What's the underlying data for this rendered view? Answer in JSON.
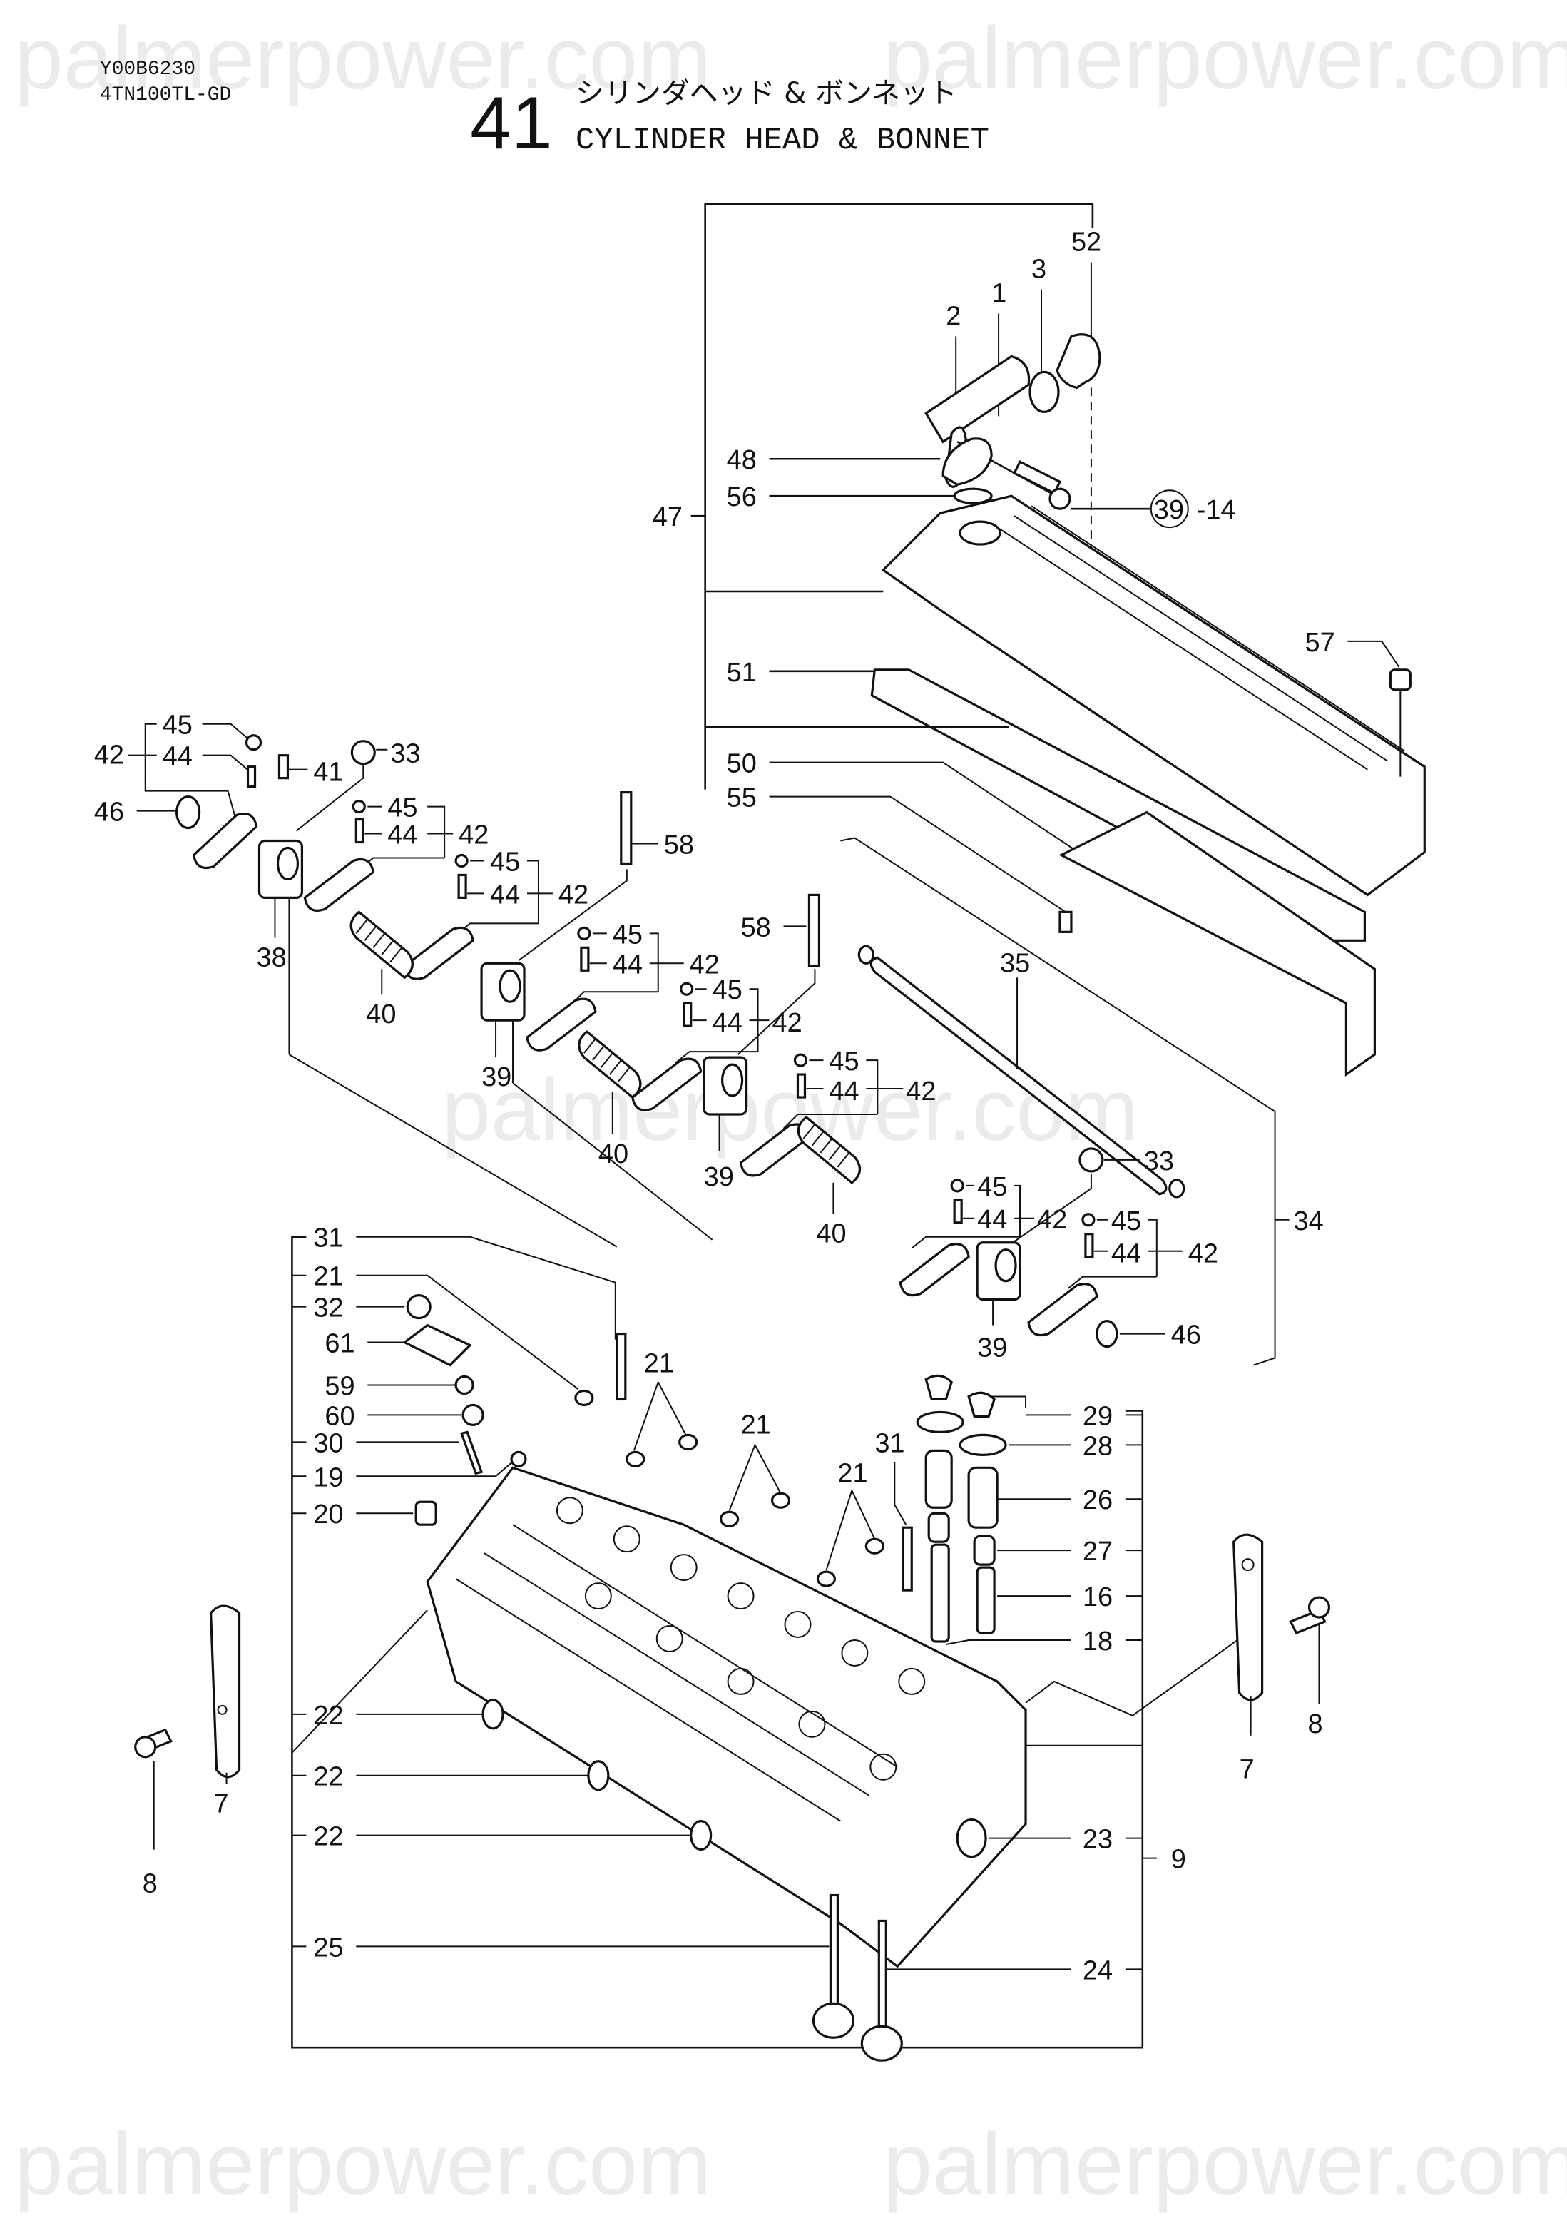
{
  "watermark": "palmerpower.com",
  "header": {
    "part_code": "Y00B6230",
    "model": "4TN100TL-GD",
    "figure_number": "41",
    "title_japanese": "シリンダヘッド & ボンネット",
    "title_english": "CYLINDER HEAD & BONNET"
  },
  "labels": {
    "p1": "1",
    "p2": "2",
    "p3": "3",
    "p52": "52",
    "p39ref": "39",
    "p14ref": "-14",
    "p48": "48",
    "p56": "56",
    "p47": "47",
    "p51": "51",
    "p57": "57",
    "p50": "50",
    "p55": "55",
    "p45a": "45",
    "p44a": "44",
    "p42a": "42",
    "p46a": "46",
    "p41": "41",
    "p33a": "33",
    "p38": "38",
    "p45b": "45",
    "p44b": "44",
    "p42b": "42",
    "p45c": "45",
    "p44c": "44",
    "p42c": "42",
    "p40a": "40",
    "p58a": "58",
    "p39a": "39",
    "p45d": "45",
    "p44d": "44",
    "p42d": "42",
    "p45e": "45",
    "p44e": "44",
    "p42e": "42",
    "p40b": "40",
    "p58b": "58",
    "p35": "35",
    "p39b": "39",
    "p45f": "45",
    "p44f": "44",
    "p42f": "42",
    "p40c": "40",
    "p45g": "45",
    "p44g": "44",
    "p42g": "42",
    "p33b": "33",
    "p45h": "45",
    "p44h": "44",
    "p42h": "42",
    "p39c": "39",
    "p46b": "46",
    "p34": "34",
    "p31a": "31",
    "p21a": "21",
    "p32": "32",
    "p61": "61",
    "p59": "59",
    "p60": "60",
    "p30": "30",
    "p19": "19",
    "p20": "20",
    "p21b": "21",
    "p21c": "21",
    "p21d": "21",
    "p31b": "31",
    "p29": "29",
    "p28": "28",
    "p26": "26",
    "p27": "27",
    "p16": "16",
    "p18": "18",
    "p22a": "22",
    "p22b": "22",
    "p22c": "22",
    "p23": "23",
    "p9": "9",
    "p25": "25",
    "p24": "24",
    "p7a": "7",
    "p8a": "8",
    "p7b": "7",
    "p8b": "8"
  }
}
